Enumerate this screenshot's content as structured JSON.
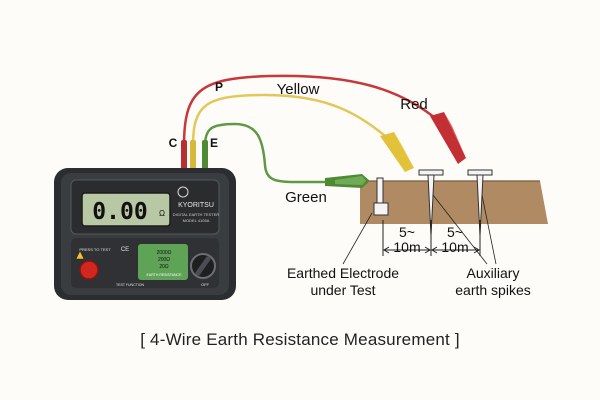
{
  "terminals": {
    "c": "C",
    "p": "P",
    "e": "E"
  },
  "wires": {
    "yellow": "Yellow",
    "red": "Red",
    "green": "Green"
  },
  "tester": {
    "display_value": "0.00",
    "display_unit": "Ω",
    "brand": "KYORITSU",
    "model_title": "DIGITAL EARTH TESTER",
    "model_number": "MODEL 4105A",
    "press_to_test": "PRESS TO TEST",
    "ranges": [
      "2000Ω",
      "200Ω",
      "20Ω"
    ],
    "range_band": "EARTH RESISTANCE",
    "test_function": "TEST FUNCTION",
    "off_label": "OFF",
    "ce_mark": "CE"
  },
  "distances": [
    {
      "top": "5~",
      "bottom": "10m"
    },
    {
      "top": "5~",
      "bottom": "10m"
    }
  ],
  "labels": {
    "electrode_line1": "Earthed Electrode",
    "electrode_line2": "under Test",
    "spikes_line1": "Auxiliary",
    "spikes_line2": "earth spikes"
  },
  "caption": "[ 4-Wire Earth Resistance Measurement ]",
  "colors": {
    "wire_red": "#c8383a",
    "wire_yellow": "#e2c85a",
    "wire_green": "#5e9a44",
    "ground": "#b08a63",
    "tester_body": "#3a3d40",
    "lcd": "#b9c8a4"
  }
}
